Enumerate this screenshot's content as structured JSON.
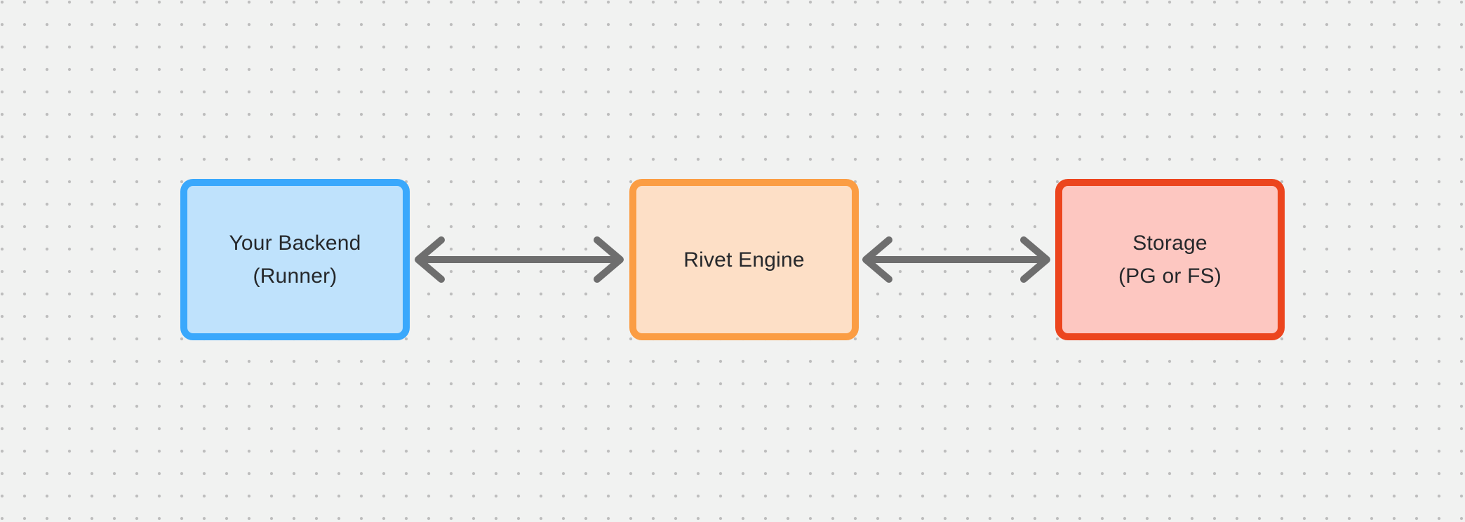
{
  "canvas": {
    "background_color": "#F1F2F1",
    "dot_color": "#BDBDBD",
    "text_color": "#26282B"
  },
  "nodes": [
    {
      "id": "your-backend",
      "lines": [
        "Your Backend",
        "(Runner)"
      ],
      "border_color": "#3AA8FC",
      "fill_color": "#BFE2FC"
    },
    {
      "id": "rivet-engine",
      "lines": [
        "Rivet Engine"
      ],
      "border_color": "#FB9D44",
      "fill_color": "#FDDFC6"
    },
    {
      "id": "storage",
      "lines": [
        "Storage",
        "(PG or FS)"
      ],
      "border_color": "#EC451E",
      "fill_color": "#FDC7C1"
    }
  ],
  "edges": [
    {
      "from": "your-backend",
      "to": "rivet-engine",
      "direction": "bidirectional",
      "style": "open-chevron-arrowheads",
      "color": "#6E6E6E"
    },
    {
      "from": "rivet-engine",
      "to": "storage",
      "direction": "bidirectional",
      "style": "open-chevron-arrowheads",
      "color": "#6E6E6E"
    }
  ]
}
